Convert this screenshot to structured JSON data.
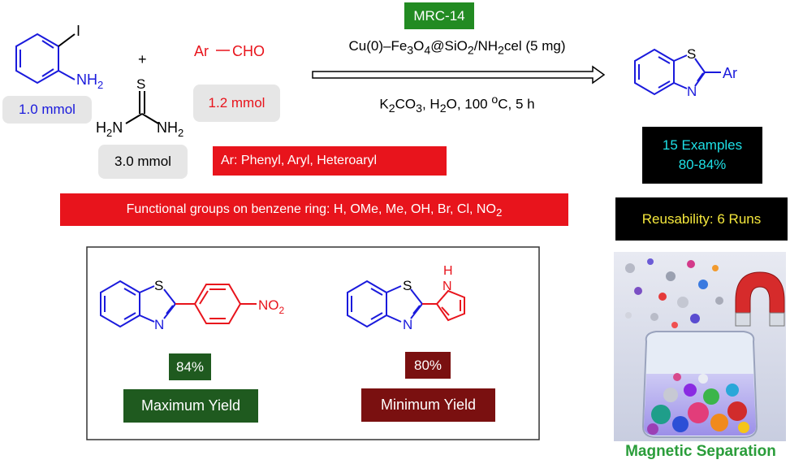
{
  "reactants": {
    "iodoaniline": {
      "iodo_label": "I",
      "amine_label": "NH",
      "amine_sub": "2",
      "amount": "1.0 mmol"
    },
    "plus_sign": "+",
    "thiourea": {
      "sulfur_label": "S",
      "left_amine": "H",
      "left_amine_sub": "2",
      "left_amine_n": "N",
      "right_amine": "NH",
      "right_amine_sub": "2",
      "amount": "3.0 mmol"
    },
    "aldehyde": {
      "ar_label": "Ar",
      "cho_label": "CHO",
      "amount": "1.2 mmol"
    }
  },
  "catalyst": {
    "name": "MRC-14",
    "formula": {
      "prefix": "Cu(0)–Fe",
      "s1": "3",
      "mid1": "O",
      "s2": "4",
      "mid2": "@SiO",
      "s3": "2",
      "mid3": "/NH",
      "s4": "2",
      "suffix": "cel (5 mg)"
    },
    "conditions": {
      "p1": "K",
      "s1": "2",
      "p2": "CO",
      "s2": "3",
      "p3": ", H",
      "s3": "2",
      "p4": "O, 100 ",
      "sup": "o",
      "p5": "C, 5 h"
    }
  },
  "product": {
    "s_label": "S",
    "n_label": "N",
    "ar_label": "Ar"
  },
  "info_boxes": {
    "ar_types": "Ar: Phenyl, Aryl, Heteroaryl",
    "functional_groups": {
      "text": "Functional groups on benzene ring: H, OMe, Me, OH, Br, Cl, NO",
      "sub": "2"
    },
    "examples_line1": "15 Examples",
    "examples_line2": "80-84%",
    "reusability": "Reusability: 6 Runs"
  },
  "yield_panel": {
    "max": {
      "s_label": "S",
      "n_label": "N",
      "no2_label": "NO",
      "no2_sub": "2",
      "percent": "84%",
      "label": "Maximum Yield"
    },
    "min": {
      "s_label": "S",
      "n_label": "N",
      "h_label": "H",
      "n2_label": "N",
      "percent": "80%",
      "label": "Minimum Yield"
    }
  },
  "magnetic_label": "Magnetic Separation",
  "colors": {
    "blue": "#1a1adc",
    "red": "#e8141c",
    "dark_green": "#1f5a1f",
    "dark_red": "#7a1010",
    "catalyst_green": "#228b22",
    "cyan_text": "#1ee0e6",
    "yellow_text": "#f5e83c",
    "magnetic_green": "#2a9d3a"
  }
}
